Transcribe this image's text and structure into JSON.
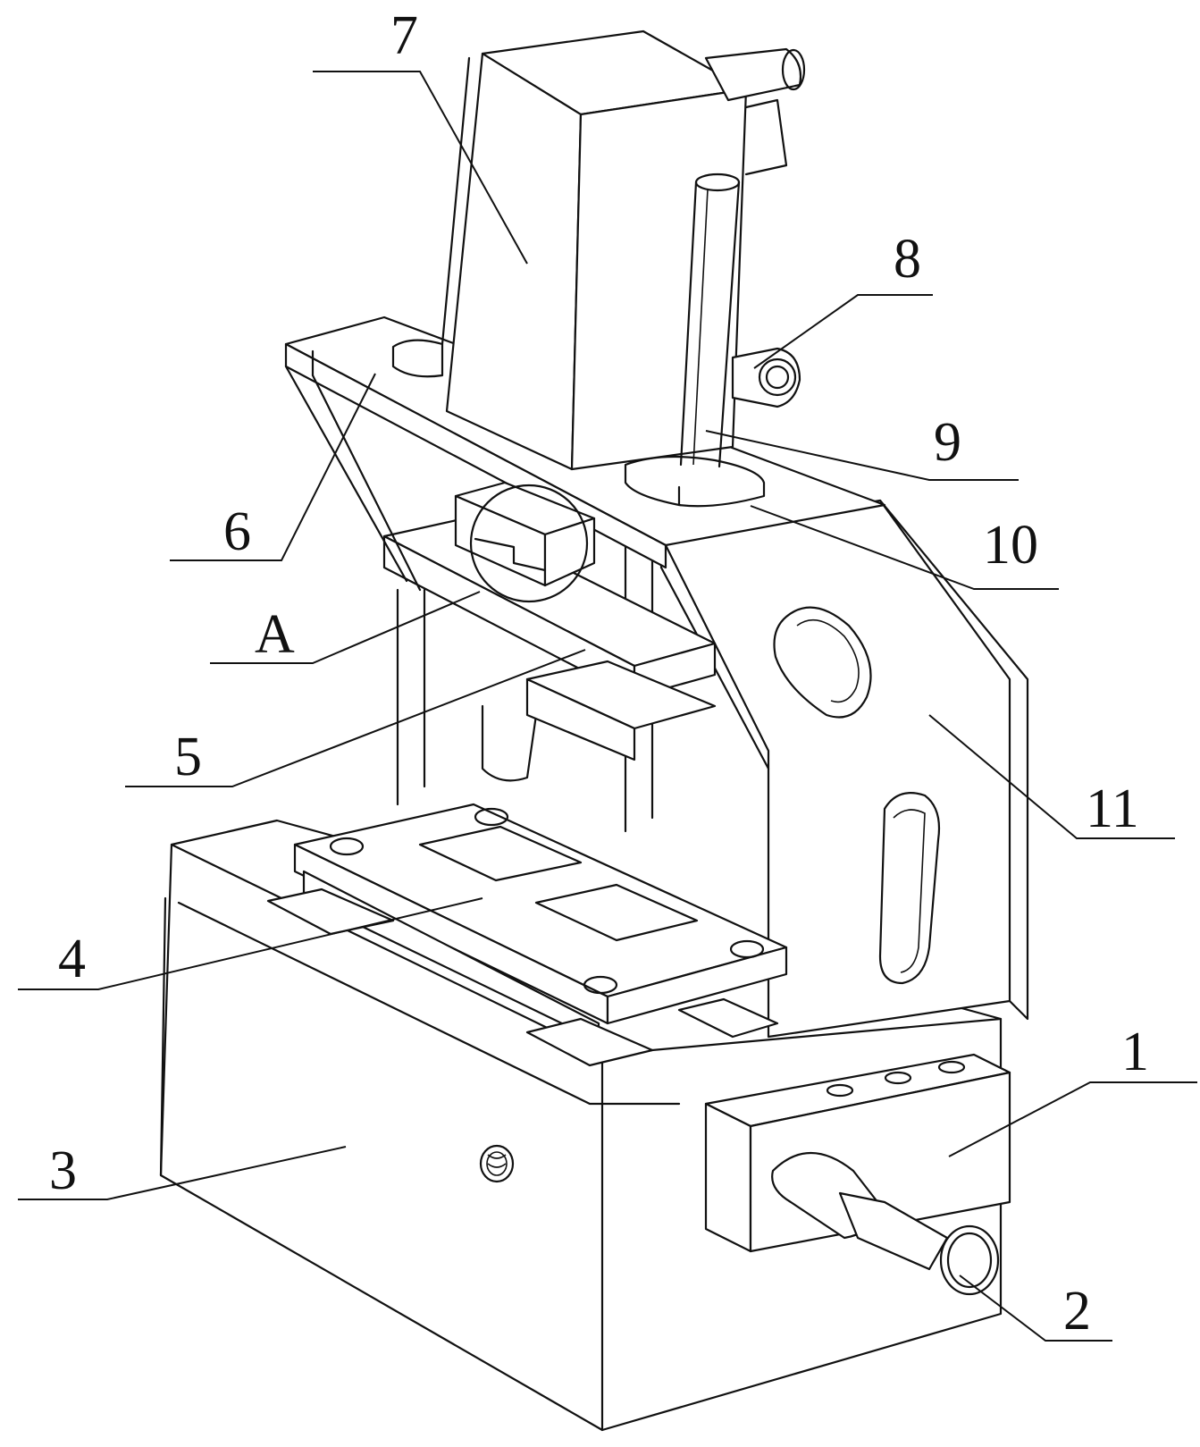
{
  "labels": {
    "l1": "1",
    "l2": "2",
    "l3": "3",
    "l4": "4",
    "l5": "5",
    "l6": "6",
    "l7": "7",
    "l8": "8",
    "l9": "9",
    "l10": "10",
    "l11": "11",
    "lA": "A"
  }
}
